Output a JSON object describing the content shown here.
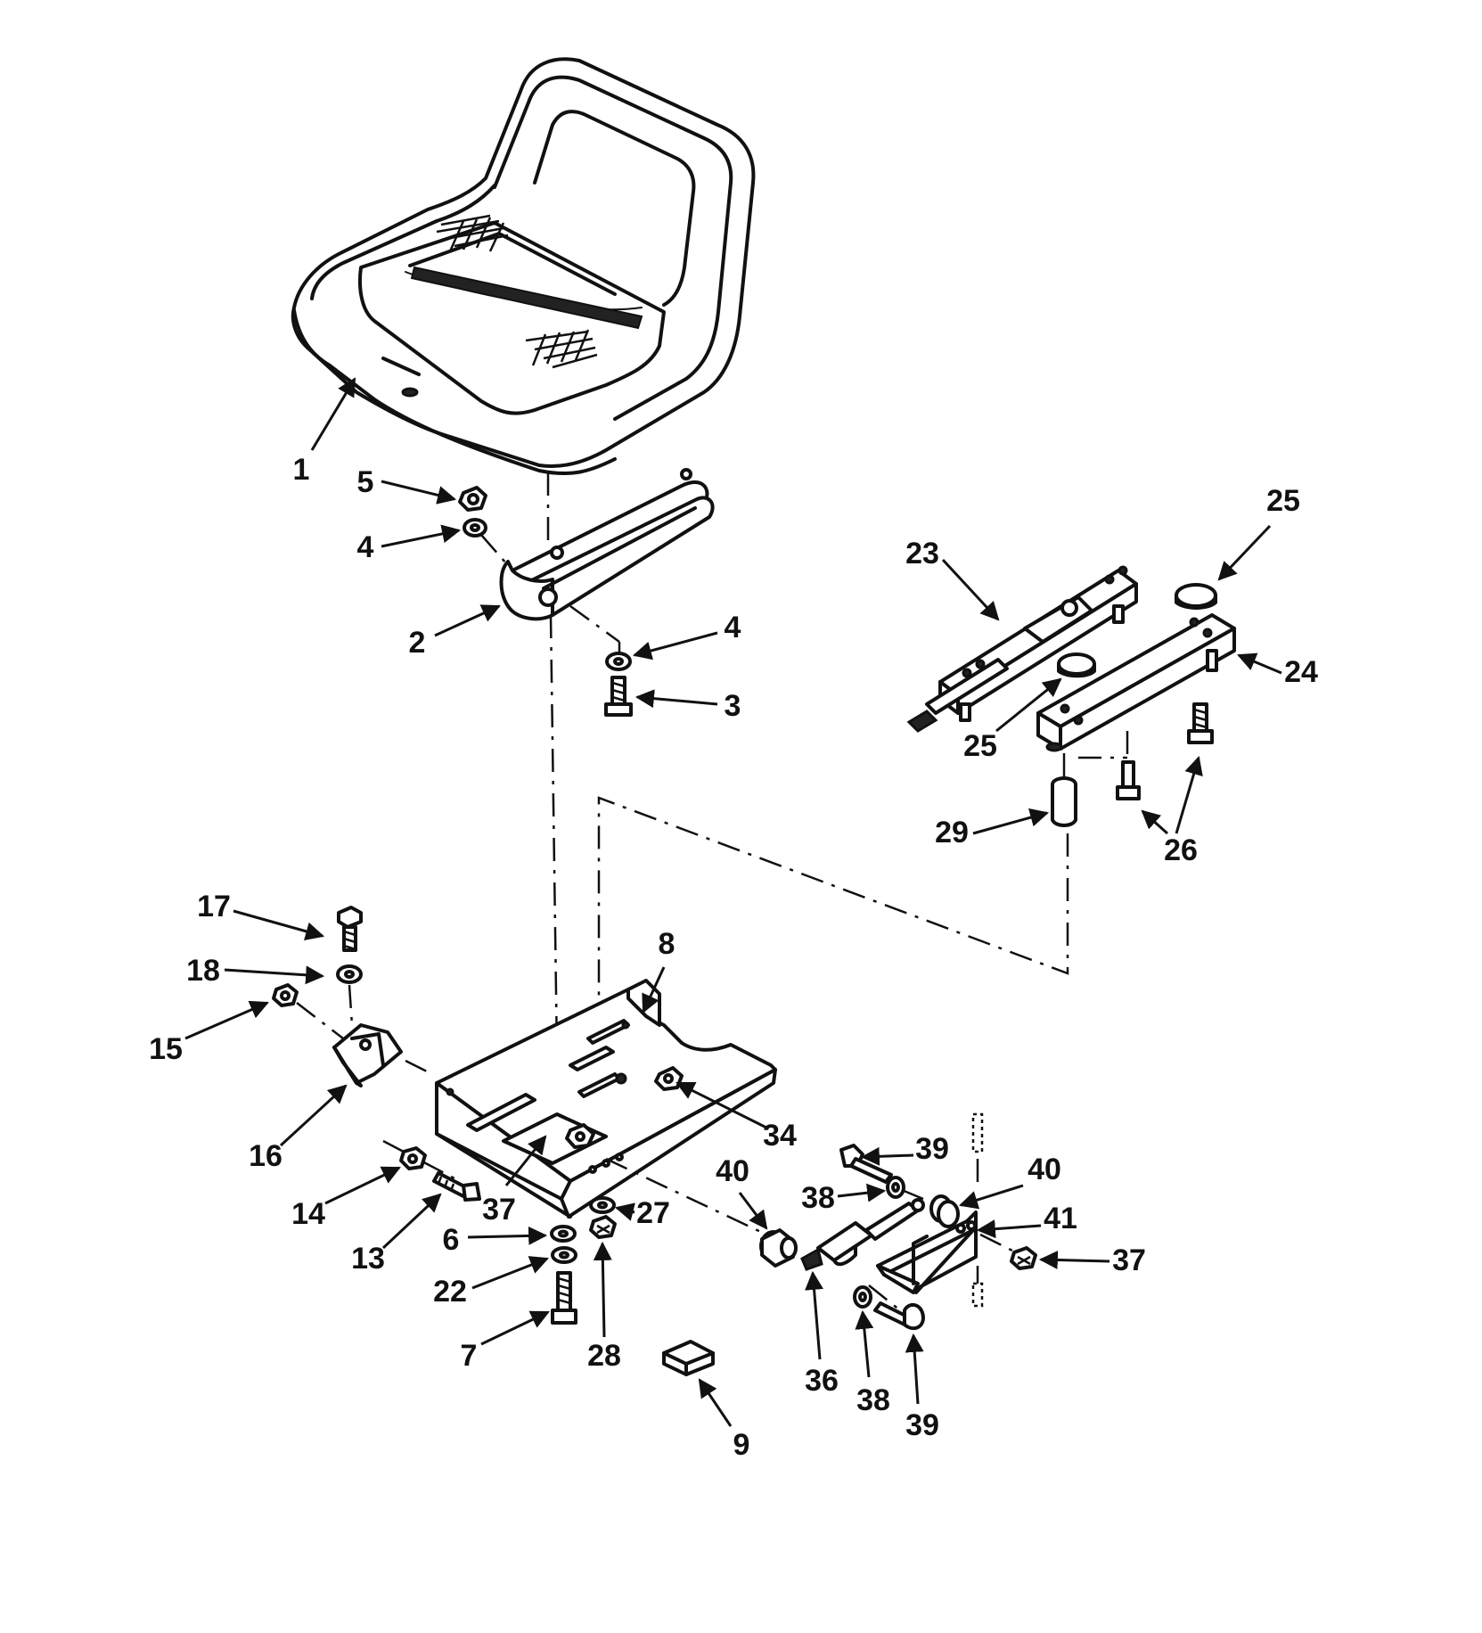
{
  "callouts": [
    {
      "id": "c1",
      "text": "1"
    },
    {
      "id": "c2",
      "text": "2"
    },
    {
      "id": "c3",
      "text": "3"
    },
    {
      "id": "c4a",
      "text": "4"
    },
    {
      "id": "c4b",
      "text": "4"
    },
    {
      "id": "c5",
      "text": "5"
    },
    {
      "id": "c6",
      "text": "6"
    },
    {
      "id": "c7",
      "text": "7"
    },
    {
      "id": "c8",
      "text": "8"
    },
    {
      "id": "c9",
      "text": "9"
    },
    {
      "id": "c13",
      "text": "13"
    },
    {
      "id": "c14",
      "text": "14"
    },
    {
      "id": "c15",
      "text": "15"
    },
    {
      "id": "c16",
      "text": "16"
    },
    {
      "id": "c17",
      "text": "17"
    },
    {
      "id": "c18",
      "text": "18"
    },
    {
      "id": "c22",
      "text": "22"
    },
    {
      "id": "c23",
      "text": "23"
    },
    {
      "id": "c24",
      "text": "24"
    },
    {
      "id": "c25a",
      "text": "25"
    },
    {
      "id": "c25b",
      "text": "25"
    },
    {
      "id": "c26",
      "text": "26"
    },
    {
      "id": "c27",
      "text": "27"
    },
    {
      "id": "c28",
      "text": "28"
    },
    {
      "id": "c29",
      "text": "29"
    },
    {
      "id": "c34",
      "text": "34"
    },
    {
      "id": "c36",
      "text": "36"
    },
    {
      "id": "c37a",
      "text": "37"
    },
    {
      "id": "c37b",
      "text": "37"
    },
    {
      "id": "c38a",
      "text": "38"
    },
    {
      "id": "c38b",
      "text": "38"
    },
    {
      "id": "c39a",
      "text": "39"
    },
    {
      "id": "c39b",
      "text": "39"
    },
    {
      "id": "c40a",
      "text": "40"
    },
    {
      "id": "c40b",
      "text": "40"
    },
    {
      "id": "c41",
      "text": "41"
    }
  ],
  "colors": {
    "ink": "#111111",
    "paper": "#ffffff"
  }
}
